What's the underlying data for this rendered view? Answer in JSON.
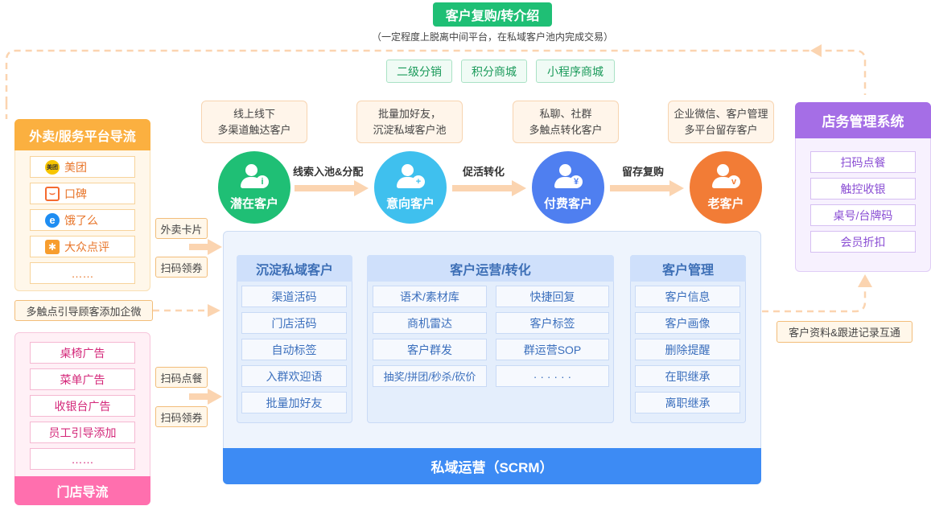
{
  "header": {
    "title": "客户复购/转介绍",
    "subtitle": "（一定程度上脱离中间平台，在私域客户池内完成交易）",
    "tags": [
      "二级分销",
      "积分商城",
      "小程序商城"
    ]
  },
  "left_top": {
    "title": "外卖/服务平台导流",
    "items": [
      {
        "label": "美团",
        "icon": "meituan-icon",
        "badge": "美团",
        "color": "#f7c500"
      },
      {
        "label": "口碑",
        "icon": "koubei-icon",
        "badge": "⌣",
        "color": "#f56a2f"
      },
      {
        "label": "饿了么",
        "icon": "eleme-icon",
        "badge": "e",
        "color": "#1e8df2"
      },
      {
        "label": "大众点评",
        "icon": "dianping-icon",
        "badge": "✱",
        "color": "#f79d2e"
      },
      {
        "label": "……",
        "icon": "",
        "badge": "",
        "color": ""
      }
    ]
  },
  "left_mid_tags": {
    "takeout_card": "外卖卡片",
    "scan_coupon_1": "扫码领券",
    "multi_touch": "多触点引导顾客添加企微",
    "scan_order": "扫码点餐",
    "scan_coupon_2": "扫码领券"
  },
  "left_bottom": {
    "title": "门店导流",
    "items": [
      "桌椅广告",
      "菜单广告",
      "收银台广告",
      "员工引导添加",
      "……"
    ]
  },
  "stages": [
    {
      "note_line1": "线上线下",
      "note_line2": "多渠道触达客户",
      "label": "潜在客户",
      "color": "#1fbf75",
      "badge": "i"
    },
    {
      "note_line1": "批量加好友，",
      "note_line2": "沉淀私域客户池",
      "label": "意向客户",
      "color": "#3fc0ee",
      "badge": "+"
    },
    {
      "note_line1": "私聊、社群",
      "note_line2": "多触点转化客户",
      "label": "付费客户",
      "color": "#4f7ff0",
      "badge": "¥"
    },
    {
      "note_line1": "企业微信、客户管理",
      "note_line2": "多平台留存客户",
      "label": "老客户",
      "color": "#f27c36",
      "badge": "v"
    }
  ],
  "steps": [
    "线索入池&分配",
    "促活转化",
    "留存复购"
  ],
  "scrm": {
    "footer": "私域运营（SCRM）",
    "col1": {
      "title": "沉淀私域客户",
      "items": [
        "渠道活码",
        "门店活码",
        "自动标签",
        "入群欢迎语",
        "批量加好友"
      ]
    },
    "col2": {
      "title": "客户运营/转化",
      "left": [
        "语术/素材库",
        "商机雷达",
        "客户群发",
        "抽奖/拼团/秒杀/砍价"
      ],
      "right": [
        "快捷回复",
        "客户标签",
        "群运营SOP",
        "· · · · · ·"
      ]
    },
    "col3": {
      "title": "客户管理",
      "items": [
        "客户信息",
        "客户画像",
        "删除提醒",
        "在职继承",
        "离职继承"
      ]
    }
  },
  "store_system": {
    "title": "店务管理系统",
    "items": [
      "扫码点餐",
      "触控收银",
      "桌号/台牌码",
      "会员折扣"
    ]
  },
  "right_tag": "客户资料&跟进记录互通"
}
